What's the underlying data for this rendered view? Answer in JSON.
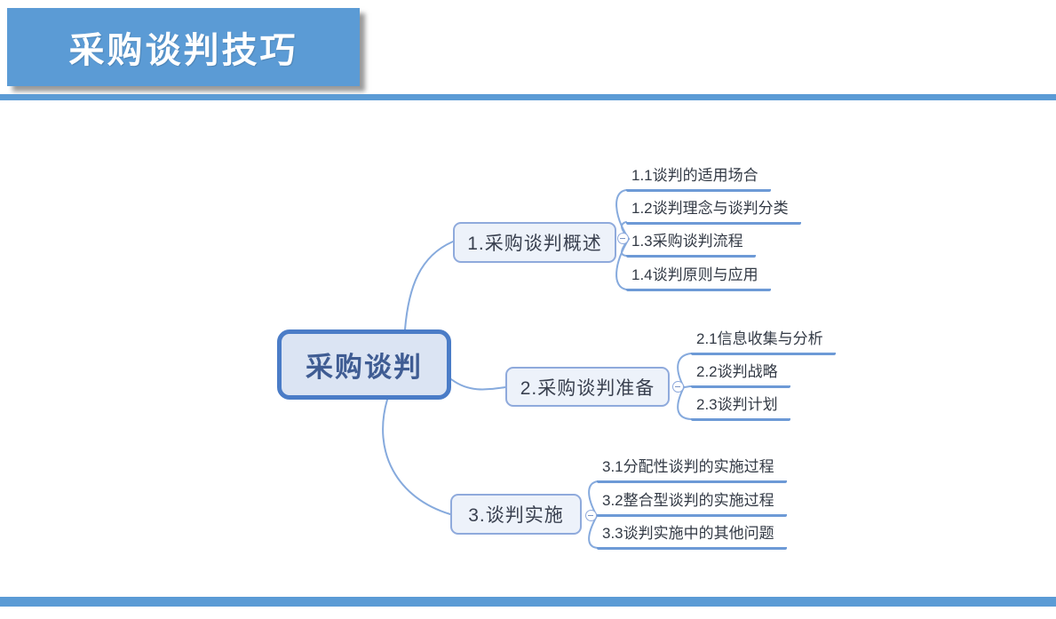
{
  "slide": {
    "title": "采购谈判技巧",
    "accent_color": "#5B9BD5"
  },
  "mindmap": {
    "root": {
      "label": "采购谈判"
    },
    "branches": [
      {
        "label": "1.采购谈判概述",
        "toggle_icon": "minus-icon",
        "children": [
          "1.1谈判的适用场合",
          "1.2谈判理念与谈判分类",
          "1.3采购谈判流程",
          "1.4谈判原则与应用"
        ]
      },
      {
        "label": "2.采购谈判准备",
        "toggle_icon": "minus-icon",
        "children": [
          "2.1信息收集与分析",
          "2.2谈判战略",
          "2.3谈判计划"
        ]
      },
      {
        "label": "3.谈判实施",
        "toggle_icon": "minus-icon",
        "children": [
          "3.1分配性谈判的实施过程",
          "3.2整合型谈判的实施过程",
          "3.3谈判实施中的其他问题"
        ]
      }
    ],
    "colors": {
      "root_border": "#4A7CC7",
      "root_fill": "#DBE4F3",
      "root_text": "#3F5C93",
      "branch_border": "#8FAADC",
      "branch_fill": "#EDF2FA",
      "connector": "#86AADD",
      "underline": "#6D9AD6"
    }
  }
}
